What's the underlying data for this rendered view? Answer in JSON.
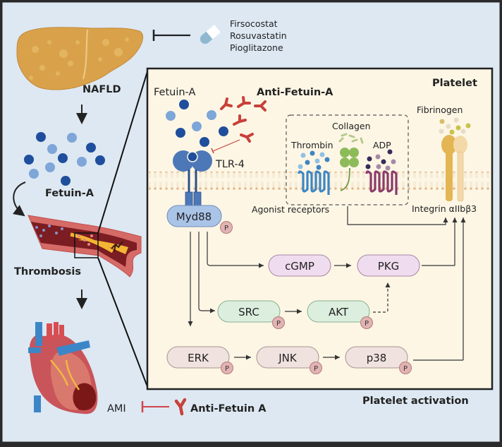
{
  "colors": {
    "outer_background": "#dde8f2",
    "outer_border": "#2a2a2a",
    "platelet_background": "#fdf6e5",
    "liver": "#d9a24a",
    "fetuin_dark": "#1f4f9c",
    "fetuin_light": "#7ea6d8",
    "antibody_red": "#c8413a",
    "tlr4_blue": "#4d78b8",
    "myd88_fill": "#aac4e8",
    "cgmp_pkg_fill": "#f0dcef",
    "src_akt_fill": "#dcefdf",
    "erk_jnk_p38_fill": "#f0e2df",
    "phospho_fill": "#e2b3b3",
    "membrane": "#e8c8a0"
  },
  "left_panel": {
    "drugs": [
      "Firsocostat",
      "Rosuvastatin",
      "Pioglitazone"
    ],
    "nafld_label": "NAFLD",
    "fetuin_label": "Fetuin-A",
    "thrombosis_label": "Thrombosis",
    "ami_label": "AMI",
    "anti_fetuin_label": "Anti-Fetuin A"
  },
  "platelet_panel": {
    "title": "Platelet",
    "fetuin_label": "Fetuin-A",
    "anti_fetuin_label": "Anti-Fetuin-A",
    "tlr4_label": "TLR-4",
    "collagen_label": "Collagen",
    "thrombin_label": "Thrombin",
    "adp_label": "ADP",
    "fibrinogen_label": "Fibrinogen",
    "agonist_label": "Agonist receptors",
    "integrin_label": "Integrin αIIbβ3",
    "phospho_label": "P",
    "nodes": {
      "myd88": "Myd88",
      "cgmp": "cGMP",
      "pkg": "PKG",
      "src": "SRC",
      "akt": "AKT",
      "erk": "ERK",
      "jnk": "JNK",
      "p38": "p38"
    }
  },
  "footer": {
    "activation_label": "Platelet activation"
  }
}
